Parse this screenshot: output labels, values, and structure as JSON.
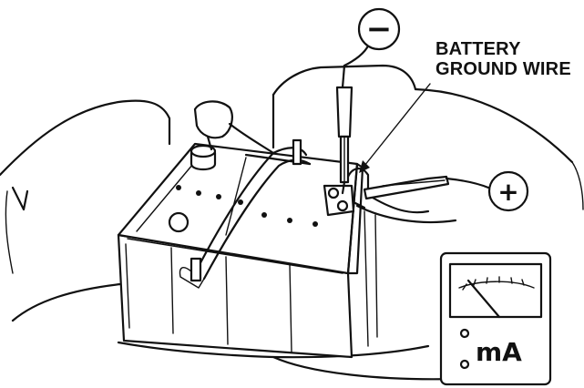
{
  "labels": {
    "ground_wire_line1": "BATTERY",
    "ground_wire_line2": "GROUND WIRE",
    "negative_symbol": "−",
    "positive_symbol": "+",
    "meter_unit": "mA"
  },
  "colors": {
    "ink": "#111111",
    "paper": "#ffffff"
  }
}
